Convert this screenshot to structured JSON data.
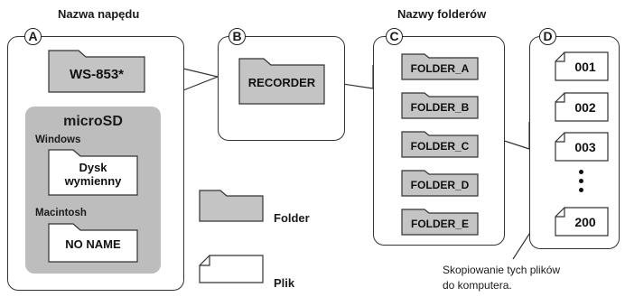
{
  "headers": {
    "drive_names": "Nazwa napędu",
    "folder_names": "Nazwy folderów"
  },
  "panels": {
    "a": {
      "badge": "A",
      "drive": "WS-853*",
      "microsd": "microSD",
      "windows": "Windows",
      "windows_folder": [
        "Dysk",
        "wymienny"
      ],
      "mac": "Macintosh",
      "mac_folder": "NO NAME"
    },
    "b": {
      "badge": "B",
      "folder": "RECORDER"
    },
    "c": {
      "badge": "C",
      "folders": [
        "FOLDER_A",
        "FOLDER_B",
        "FOLDER_C",
        "FOLDER_D",
        "FOLDER_E"
      ]
    },
    "d": {
      "badge": "D",
      "files": [
        "001",
        "002",
        "003",
        "200"
      ]
    }
  },
  "legend": {
    "folder": "Folder",
    "file": "Plik"
  },
  "note": [
    "Skopiowanie tych plików",
    "do komputera."
  ],
  "colors": {
    "folder_fill": "#c4c4c4",
    "grey_box": "#bdbdbd",
    "stroke": "#333333"
  }
}
